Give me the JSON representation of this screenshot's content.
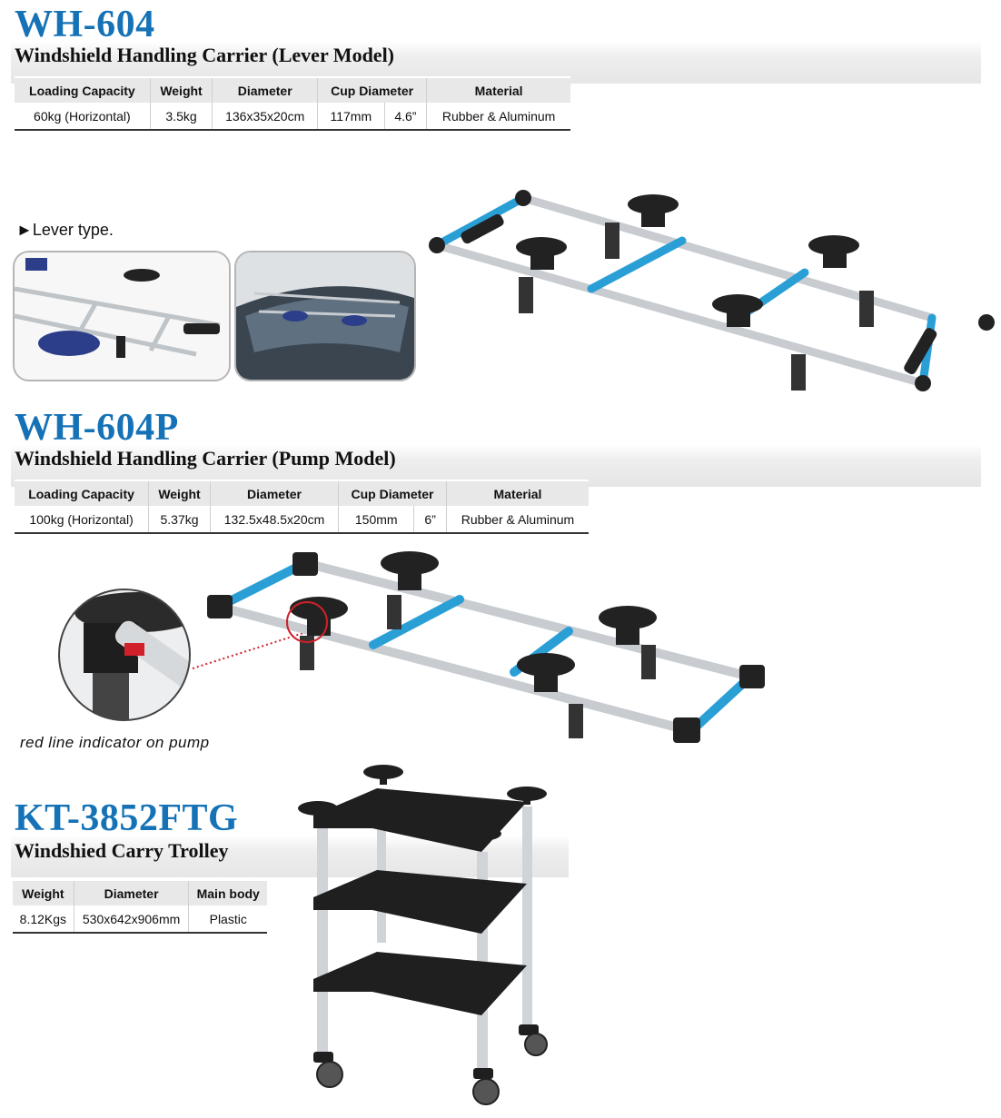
{
  "sections": [
    {
      "model": "WH-604",
      "subtitle": "Windshield Handling Carrier (Lever Model)",
      "table": {
        "headers": [
          "Loading Capacity",
          "Weight",
          "Diameter",
          "Cup Diameter",
          "Material"
        ],
        "row": [
          "60kg (Horizontal)",
          "3.5kg",
          "136x35x20cm",
          "117mm",
          "4.6”",
          "Rubber & Aluminum"
        ]
      },
      "caption": "►Lever type."
    },
    {
      "model": "WH-604P",
      "subtitle": "Windshield Handling Carrier (Pump Model)",
      "table": {
        "headers": [
          "Loading Capacity",
          "Weight",
          "Diameter",
          "Cup Diameter",
          "Material"
        ],
        "row": [
          "100kg (Horizontal)",
          "5.37kg",
          "132.5x48.5x20cm",
          "150mm",
          "6”",
          "Rubber & Aluminum"
        ]
      },
      "caption": "red line indicator on pump"
    },
    {
      "model": "KT-3852FTG",
      "subtitle": "Windshied Carry Trolley",
      "table": {
        "headers": [
          "Weight",
          "Diameter",
          "Main body"
        ],
        "row": [
          "8.12Kgs",
          "530x642x906mm",
          "Plastic"
        ]
      }
    }
  ],
  "colors": {
    "brand": "#1572b6",
    "tube_blue": "#2a9fd6",
    "aluminum": "#c8ccd0",
    "indicator": "#d0202a"
  }
}
